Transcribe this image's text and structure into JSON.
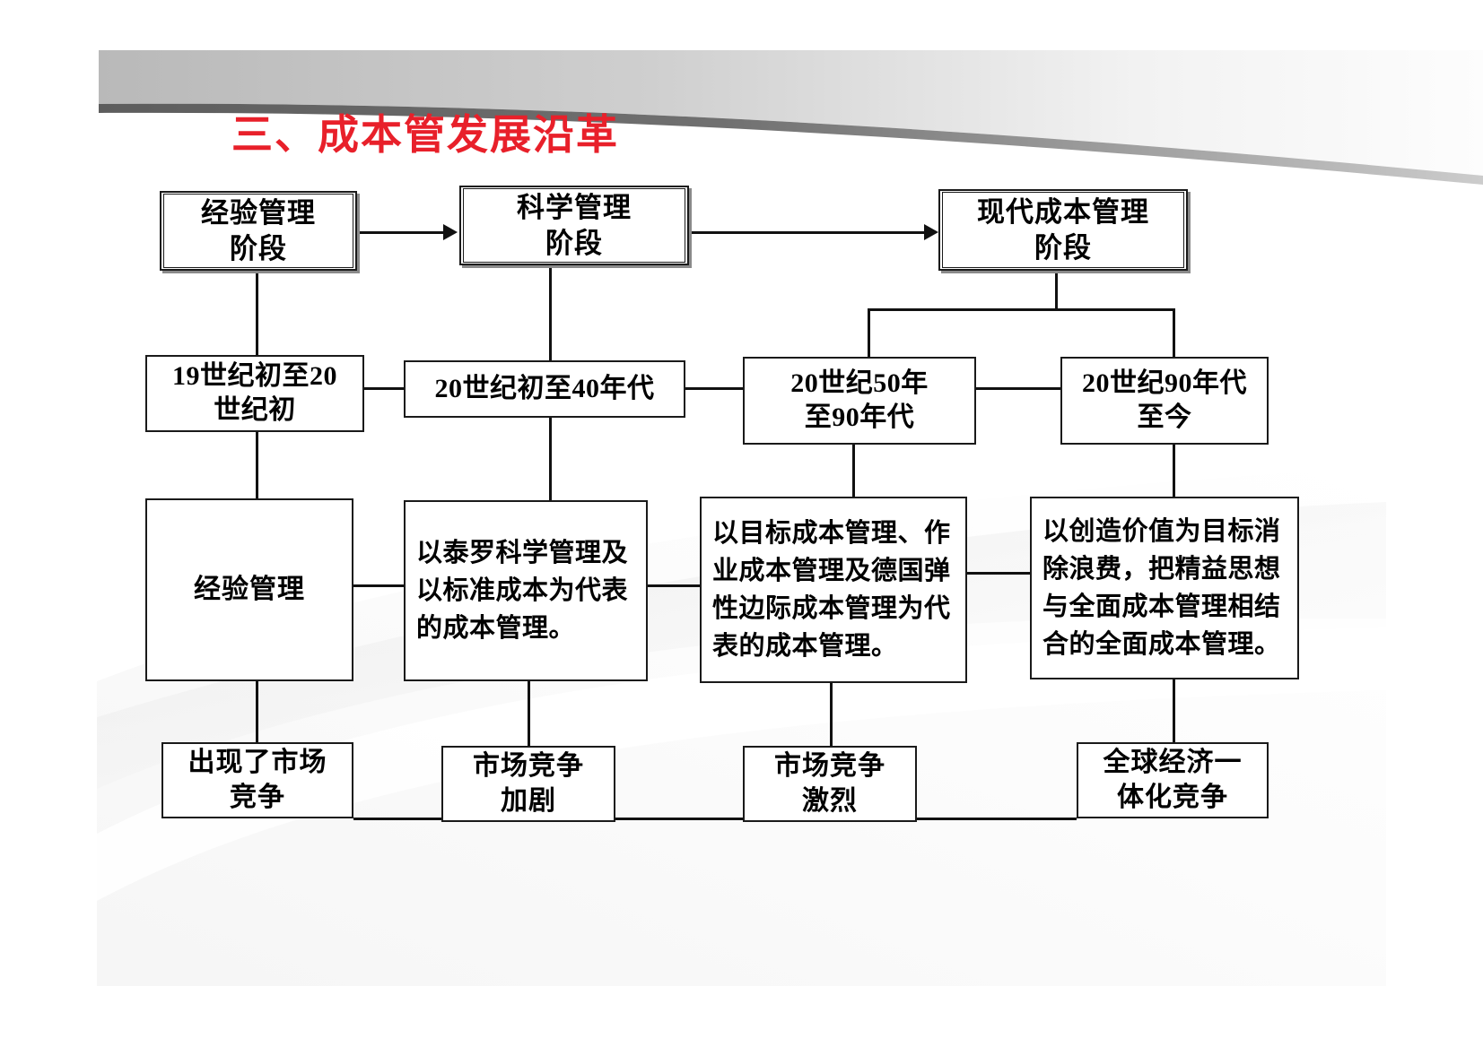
{
  "slide": {
    "title": "三、成本管发展沿革",
    "title_color": "#e8202a",
    "background_color": "#ffffff",
    "swoosh_color": "#9a9a9a"
  },
  "diagram": {
    "stages": [
      {
        "id": "stage-experience",
        "label": "经验管理\n阶段",
        "line1": "经验管理",
        "line2": "阶段"
      },
      {
        "id": "stage-scientific",
        "label": "科学管理\n阶段",
        "line1": "科学管理",
        "line2": "阶段"
      },
      {
        "id": "stage-modern",
        "label": "现代成本管理\n阶段",
        "line1": "现代成本管理",
        "line2": "阶段"
      }
    ],
    "eras": [
      {
        "id": "era-1",
        "line1": "19世纪初至20",
        "line2": "世纪初"
      },
      {
        "id": "era-2",
        "line1": "20世纪初至40年代",
        "line2": ""
      },
      {
        "id": "era-3",
        "line1": "20世纪50年",
        "line2": "至90年代"
      },
      {
        "id": "era-4",
        "line1": "20世纪90年代",
        "line2": "至今"
      }
    ],
    "descriptions": [
      {
        "id": "desc-1",
        "text": "经验管理"
      },
      {
        "id": "desc-2",
        "text": "以泰罗科学管理及以标准成本为代表的成本管理。"
      },
      {
        "id": "desc-3",
        "text": "以目标成本管理、作业成本管理及德国弹性边际成本管理为代表的成本管理。"
      },
      {
        "id": "desc-4",
        "text": "以创造价值为目标消除浪费，把精益思想与全面成本管理相结合的全面成本管理。"
      }
    ],
    "competition": [
      {
        "id": "comp-1",
        "line1": "出现了市场",
        "line2": "竞争"
      },
      {
        "id": "comp-2",
        "line1": "市场竞争",
        "line2": "加剧"
      },
      {
        "id": "comp-3",
        "line1": "市场竞争",
        "line2": "激烈"
      },
      {
        "id": "comp-4",
        "line1": "全球经济一",
        "line2": "体化竞争"
      }
    ]
  }
}
